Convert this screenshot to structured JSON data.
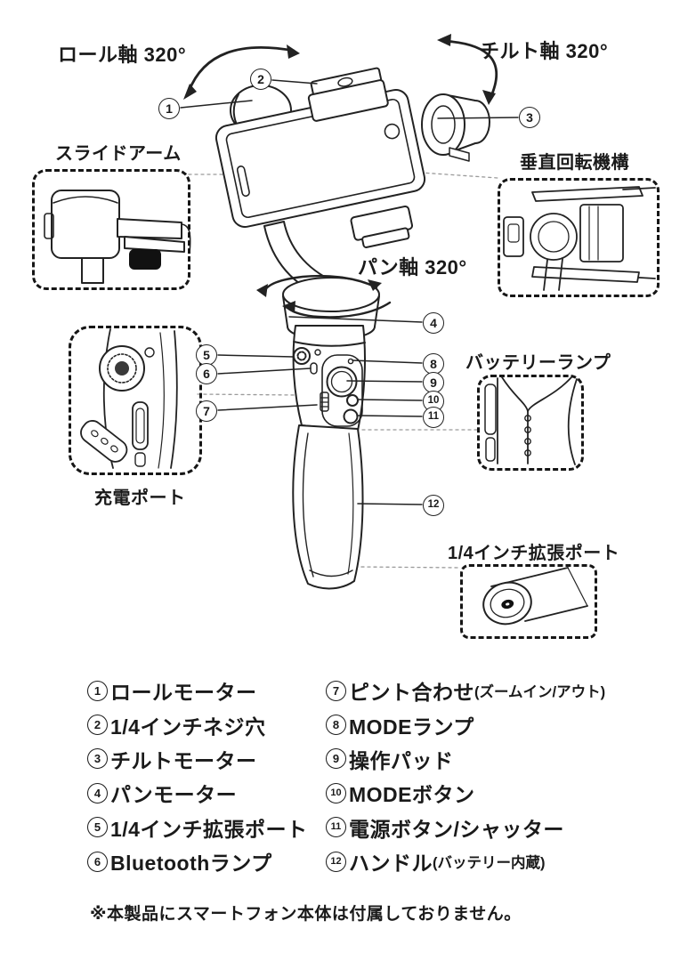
{
  "colors": {
    "ink": "#1a1a1a",
    "background": "#ffffff"
  },
  "axis_labels": {
    "roll": "ロール軸 320°",
    "tilt": "チルト軸 320°",
    "pan": "パン軸 320°"
  },
  "inset_labels": {
    "slide_arm": "スライドアーム",
    "vertical_rotation": "垂直回転機構",
    "battery_lamp": "バッテリーランプ",
    "charging_port": "充電ポート",
    "expansion_port": "1/4インチ拡張ポート"
  },
  "callouts": [
    "1",
    "2",
    "3",
    "4",
    "5",
    "6",
    "7",
    "8",
    "9",
    "10",
    "11",
    "12"
  ],
  "legend": {
    "left": [
      {
        "num": "1",
        "label": "ロールモーター",
        "suffix": ""
      },
      {
        "num": "2",
        "label": "1/4インチネジ穴",
        "suffix": ""
      },
      {
        "num": "3",
        "label": "チルトモーター",
        "suffix": ""
      },
      {
        "num": "4",
        "label": "パンモーター",
        "suffix": ""
      },
      {
        "num": "5",
        "label": "1/4インチ拡張ポート",
        "suffix": ""
      },
      {
        "num": "6",
        "label": "Bluetoothランプ",
        "suffix": ""
      }
    ],
    "right": [
      {
        "num": "7",
        "label": "ピント合わせ",
        "suffix": "(ズームイン/アウト)"
      },
      {
        "num": "8",
        "label": "MODEランプ",
        "suffix": ""
      },
      {
        "num": "9",
        "label": "操作パッド",
        "suffix": ""
      },
      {
        "num": "10",
        "label": "MODEボタン",
        "suffix": ""
      },
      {
        "num": "11",
        "label": "電源ボタン/シャッター",
        "suffix": ""
      },
      {
        "num": "12",
        "label": "ハンドル",
        "suffix": "(バッテリー内蔵)"
      }
    ]
  },
  "note": "※本製品にスマートフォン本体は付属しておりません。"
}
